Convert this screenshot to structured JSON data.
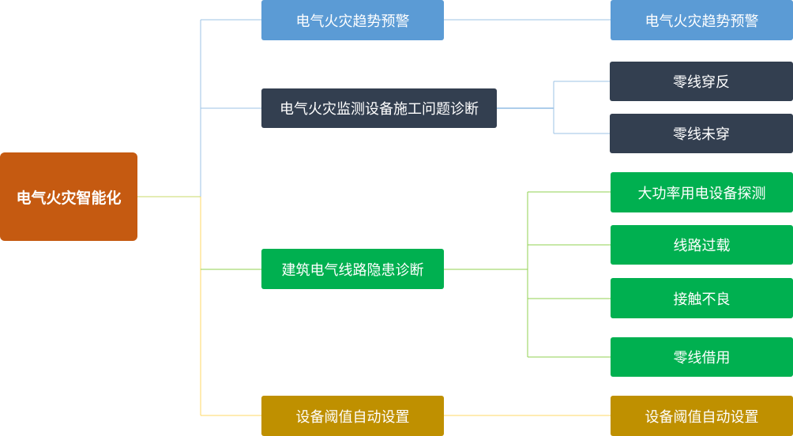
{
  "colors": {
    "root": "#c55a11",
    "blue": "#5b9bd5",
    "dark": "#333f50",
    "green": "#00b050",
    "gold": "#bf9000",
    "line_blue": "#9dc3e6",
    "line_green": "#92d050",
    "line_gold": "#ffd966"
  },
  "root": {
    "label": "电气火灾智能化"
  },
  "branches": [
    {
      "label": "电气火灾趋势预警",
      "children": [
        "电气火灾趋势预警"
      ]
    },
    {
      "label": "电气火灾监测设备施工问题诊断",
      "children": [
        "零线穿反",
        "零线未穿"
      ]
    },
    {
      "label": "建筑电气线路隐患诊断",
      "children": [
        "大功率用电设备探测",
        "线路过载",
        "接触不良",
        "零线借用"
      ]
    },
    {
      "label": "设备阈值自动设置",
      "children": [
        "设备阈值自动设置"
      ]
    }
  ]
}
